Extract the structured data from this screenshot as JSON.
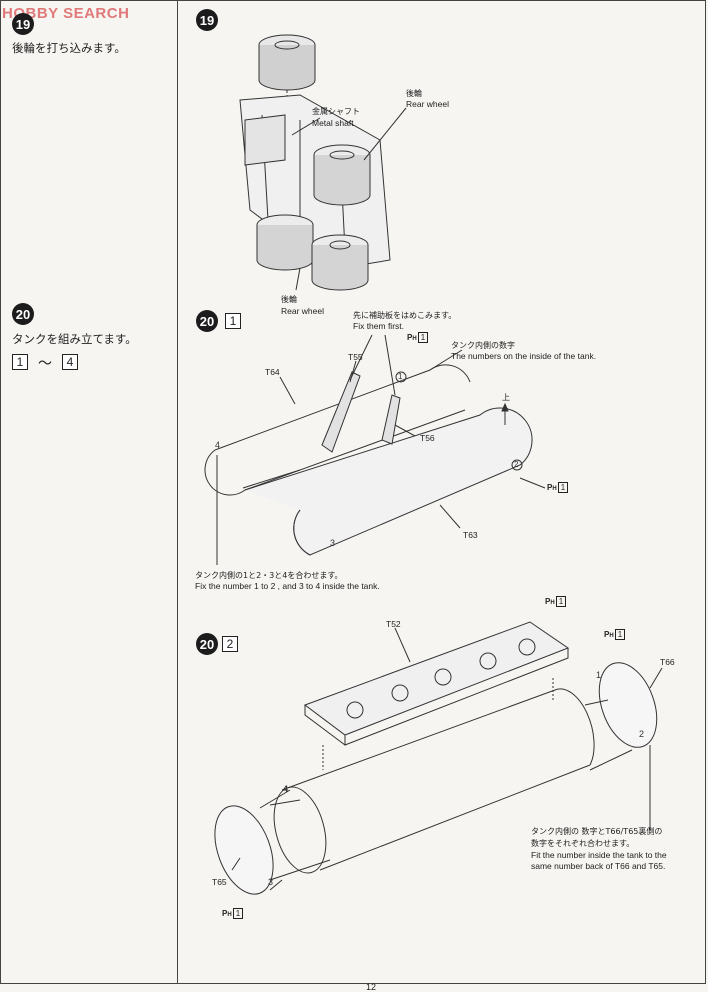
{
  "watermark": "HOBBY SEARCH",
  "page_number": "12",
  "left_column": {
    "step19": {
      "number": "19",
      "instruction": "後輪を打ち込みます。"
    },
    "step20": {
      "number": "20",
      "instruction": "タンクを組み立てます。",
      "range_from": "1",
      "range_sep": "〜",
      "range_to": "4"
    }
  },
  "diagram19": {
    "number": "19",
    "rear_wheel_top_jp": "後輪",
    "rear_wheel_top_en": "Rear wheel",
    "metal_shaft_jp": "金属シャフト",
    "metal_shaft_en": "Metal shaft",
    "rear_wheel_bottom_jp": "後輪",
    "rear_wheel_bottom_en": "Rear wheel"
  },
  "diagram20_1": {
    "step": "20",
    "sub": "1",
    "first_jp": "先に補助板をはめこみます。",
    "first_en": "Fix them first.",
    "ph_top": "P",
    "ph_top_sub": "H",
    "ph_top_box": "1",
    "numbers_jp": "タンク内側の数字",
    "numbers_en": "The numbers on the inside of the tank.",
    "up_jp": "上",
    "parts": {
      "t64": "T64",
      "t55": "T55",
      "t56": "T56",
      "t63": "T63"
    },
    "ph_right": "P",
    "ph_right_sub": "H",
    "ph_right_box": "1",
    "marks": [
      "1",
      "2",
      "3",
      "4"
    ],
    "match_jp": "タンク内側の1と2・3と4を合わせます。",
    "match_en": "Fix the number 1 to 2 , and 3 to 4 inside the  tank."
  },
  "diagram20_2": {
    "step": "20",
    "sub": "2",
    "parts": {
      "t52": "T52",
      "t66": "T66",
      "t65": "T65"
    },
    "ph_a": "P",
    "ph_a_sub": "H",
    "ph_a_box": "1",
    "ph_b": "P",
    "ph_b_sub": "H",
    "ph_b_box": "1",
    "ph_c": "P",
    "ph_c_sub": "H",
    "ph_c_box": "1",
    "marks": [
      "1",
      "2",
      "3",
      "4"
    ],
    "note_jp_1": "タンク内側の 数字とT66/T65裏側の",
    "note_jp_2": "数字をそれぞれ合わせます。",
    "note_en_1": "Fit the number inside the tank to the",
    "note_en_2": "same number back of  T66 and T65."
  }
}
